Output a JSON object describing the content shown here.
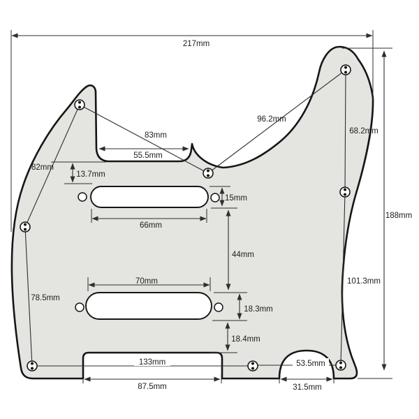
{
  "drawing": {
    "type": "technical-dimension-drawing",
    "subject": "telecaster-style-pickguard",
    "unit": "mm",
    "colors": {
      "pickguard_fill": "#e4e5e0",
      "outline": "#161616",
      "dimension_lines": "#2e2e2e",
      "background": "#ffffff"
    },
    "dims": {
      "d217": "217mm",
      "d96_2": "96.2mm",
      "d68_2": "68.2mm",
      "d188": "188mm",
      "d82": "82mm",
      "d83": "83mm",
      "d55_5": "55.5mm",
      "d13_7": "13.7mm",
      "d15": "15mm",
      "d66": "66mm",
      "d44": "44mm",
      "d70": "70mm",
      "d78_5": "78.5mm",
      "d18_3": "18.3mm",
      "d18_4": "18.4mm",
      "d133": "133mm",
      "d87_5": "87.5mm",
      "d53_5": "53.5mm",
      "d31_5": "31.5mm",
      "d101_3": "101.3mm"
    }
  }
}
